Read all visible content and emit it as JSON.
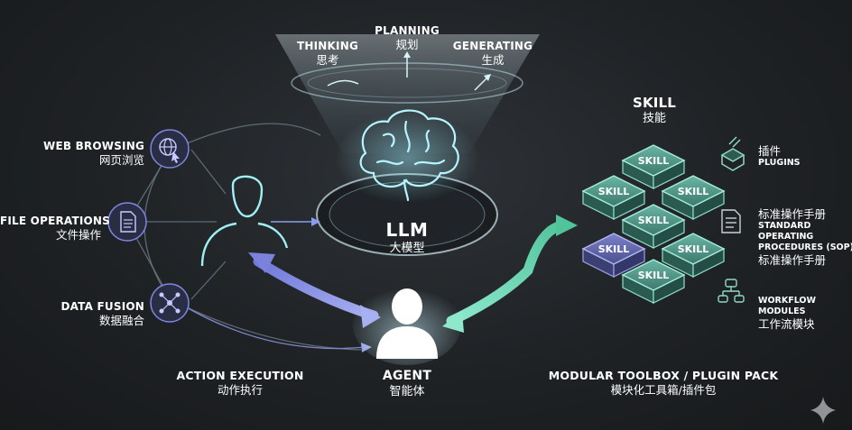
{
  "top": {
    "thinking": {
      "en": "THINKING",
      "zh": "思考"
    },
    "planning": {
      "en": "PLANNING",
      "zh": "规划"
    },
    "generating": {
      "en": "GENERATING",
      "zh": "生成"
    }
  },
  "llm": {
    "en": "LLM",
    "zh": "大模型"
  },
  "agent": {
    "en": "AGENT",
    "zh": "智能体"
  },
  "action": {
    "en": "ACTION EXECUTION",
    "zh": "动作执行"
  },
  "tools": [
    {
      "en": "WEB BROWSING",
      "zh": "网页浏览"
    },
    {
      "en": "FILE OPERATIONS",
      "zh": "文件操作"
    },
    {
      "en": "DATA FUSION",
      "zh": "数据融合"
    }
  ],
  "skill": {
    "en": "SKILL",
    "zh": "技能",
    "cube_label": "SKILL"
  },
  "toolbox": {
    "en": "MODULAR TOOLBOX / PLUGIN PACK",
    "zh": "模块化工具箱/插件包"
  },
  "legend": {
    "plugins": {
      "zh": "插件",
      "en": "PLUGINS"
    },
    "sop": {
      "zh_top": "标准操作手册",
      "en_lines": [
        "STANDARD",
        "OPERATING",
        "PROCEDURES (SOP)"
      ],
      "zh_bottom": "标准操作手册"
    },
    "workflow": {
      "en_lines": [
        "WORKFLOW",
        "MODULES"
      ],
      "zh": "工作流模块"
    }
  },
  "colors": {
    "background": "#1f2225",
    "cyan_glow": "#8fe6f0",
    "purple_accent": "#7f86e0",
    "teal_accent": "#6fd6b0",
    "cube_face": "#3a6b60",
    "cube_purple": "#4a4f8c"
  }
}
